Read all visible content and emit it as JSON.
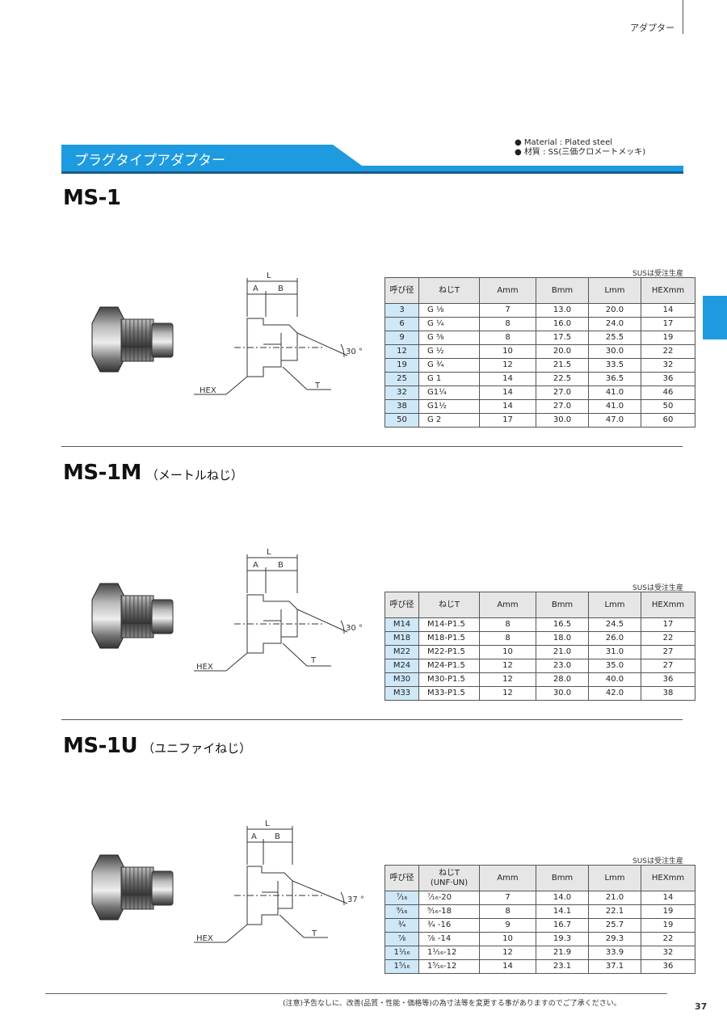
{
  "header": {
    "category": "アダプター"
  },
  "banner": {
    "title": "プラグタイプアダプター"
  },
  "material": {
    "en": "● Material : Plated steel",
    "ja": "● 材質 : SS(三価クロメートメッキ)"
  },
  "colors": {
    "accent": "#1e9be0",
    "size_cell": "#cfe8f7",
    "header_cell": "#e6e6e6"
  },
  "sections": [
    {
      "model": "MS-1",
      "subtitle": "",
      "sus_note": "SUSは受注生産",
      "diagram": {
        "L": "L",
        "A": "A",
        "B": "B",
        "angle": "30 °",
        "hex": "HEX",
        "t": "T"
      },
      "headers": [
        "呼び径",
        "ねじT",
        "Amm",
        "Bmm",
        "Lmm",
        "HEXmm"
      ],
      "rows": [
        [
          "3",
          "G ⅛",
          "7",
          "13.0",
          "20.0",
          "14"
        ],
        [
          "6",
          "G ¼",
          "8",
          "16.0",
          "24.0",
          "17"
        ],
        [
          "9",
          "G ⅜",
          "8",
          "17.5",
          "25.5",
          "19"
        ],
        [
          "12",
          "G ½",
          "10",
          "20.0",
          "30.0",
          "22"
        ],
        [
          "19",
          "G ¾",
          "12",
          "21.5",
          "33.5",
          "32"
        ],
        [
          "25",
          "G 1",
          "14",
          "22.5",
          "36.5",
          "36"
        ],
        [
          "32",
          "G1¼",
          "14",
          "27.0",
          "41.0",
          "46"
        ],
        [
          "38",
          "G1½",
          "14",
          "27.0",
          "41.0",
          "50"
        ],
        [
          "50",
          "G 2",
          "17",
          "30.0",
          "47.0",
          "60"
        ]
      ]
    },
    {
      "model": "MS-1M",
      "subtitle": "（メートルねじ）",
      "sus_note": "SUSは受注生産",
      "diagram": {
        "L": "L",
        "A": "A",
        "B": "B",
        "angle": "30 °",
        "hex": "HEX",
        "t": "T"
      },
      "headers": [
        "呼び径",
        "ねじT",
        "Amm",
        "Bmm",
        "Lmm",
        "HEXmm"
      ],
      "rows": [
        [
          "M14",
          "M14-P1.5",
          "8",
          "16.5",
          "24.5",
          "17"
        ],
        [
          "M18",
          "M18-P1.5",
          "8",
          "18.0",
          "26.0",
          "22"
        ],
        [
          "M22",
          "M22-P1.5",
          "10",
          "21.0",
          "31.0",
          "27"
        ],
        [
          "M24",
          "M24-P1.5",
          "12",
          "23.0",
          "35.0",
          "27"
        ],
        [
          "M30",
          "M30-P1.5",
          "12",
          "28.0",
          "40.0",
          "36"
        ],
        [
          "M33",
          "M33-P1.5",
          "12",
          "30.0",
          "42.0",
          "38"
        ]
      ]
    },
    {
      "model": "MS-1U",
      "subtitle": "（ユニファイねじ）",
      "sus_note": "SUSは受注生産",
      "diagram": {
        "L": "L",
        "A": "A",
        "B": "B",
        "angle": "37 °",
        "hex": "HEX",
        "t": "T"
      },
      "headers": [
        "呼び径",
        "ねじT\n(UNF·UN)",
        "Amm",
        "Bmm",
        "Lmm",
        "HEXmm"
      ],
      "rows": [
        [
          "⁷⁄₁₆",
          "⁷⁄₁₆-20",
          "7",
          "14.0",
          "21.0",
          "14"
        ],
        [
          "⁹⁄₁₆",
          "⁹⁄₁₆-18",
          "8",
          "14.1",
          "22.1",
          "19"
        ],
        [
          "¾",
          "¾ -16",
          "9",
          "16.7",
          "25.7",
          "19"
        ],
        [
          "⅞",
          "⅞ -14",
          "10",
          "19.3",
          "29.3",
          "22"
        ],
        [
          "1¹⁄₁₆",
          "1¹⁄₁₆-12",
          "12",
          "21.9",
          "33.9",
          "32"
        ],
        [
          "1⁵⁄₁₆",
          "1⁵⁄₁₆-12",
          "14",
          "23.1",
          "37.1",
          "36"
        ]
      ]
    }
  ],
  "footer": {
    "note": "(注意)予告なしに、改善(品質・性能・価格等)の為寸法等を変更する事がありますのでご了承ください。",
    "page": "37"
  }
}
